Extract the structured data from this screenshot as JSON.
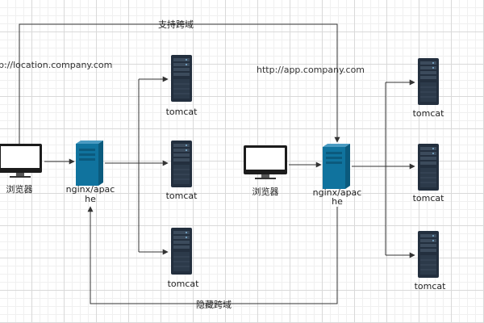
{
  "labels": {
    "cross_domain_top": "支持跨域",
    "cross_domain_bottom": "隐藏跨域",
    "url_left": "p://location.company.com",
    "url_right": "http://app.company.com",
    "browser": "浏览器",
    "proxy_line1": "nginx/apac",
    "proxy_line2": "he",
    "tomcat": "tomcat"
  },
  "icons": {
    "browser": "monitor-icon",
    "proxy": "server-tower-icon",
    "tomcat": "server-rack-icon"
  },
  "colors": {
    "proxy_blue": "#10739e",
    "rack_dark": "#232f3e",
    "edge": "#333333"
  }
}
